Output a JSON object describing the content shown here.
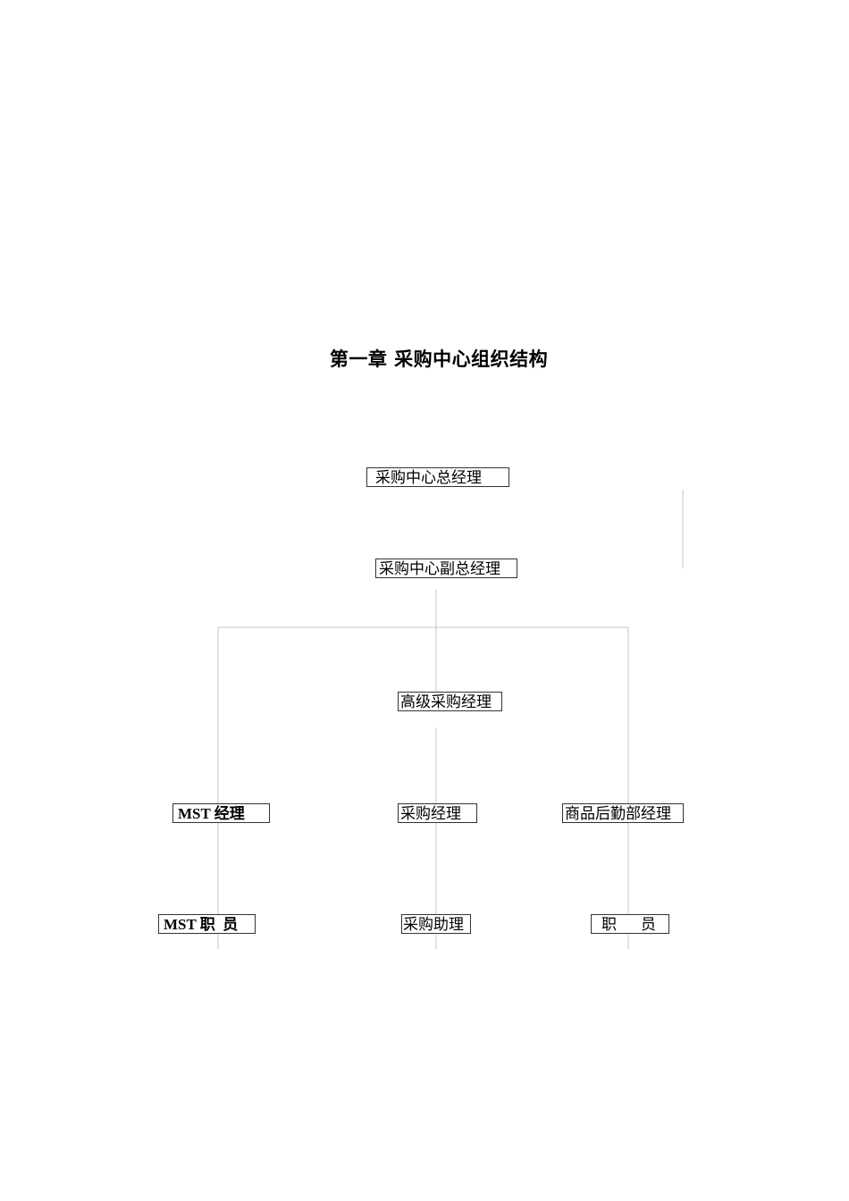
{
  "title": "第一章  采购中心组织结构",
  "org_chart": {
    "general_manager": "采购中心总经理",
    "deputy_general_manager": "采购中心副总经理",
    "senior_purchasing_manager": "高级采购经理",
    "mst_manager": "MST 经理",
    "purchasing_manager": "采购经理",
    "logistics_manager": "商品后勤部经理",
    "mst_staff": "MST 职  员",
    "purchasing_assistant": "采购助理",
    "staff": "职     员"
  }
}
